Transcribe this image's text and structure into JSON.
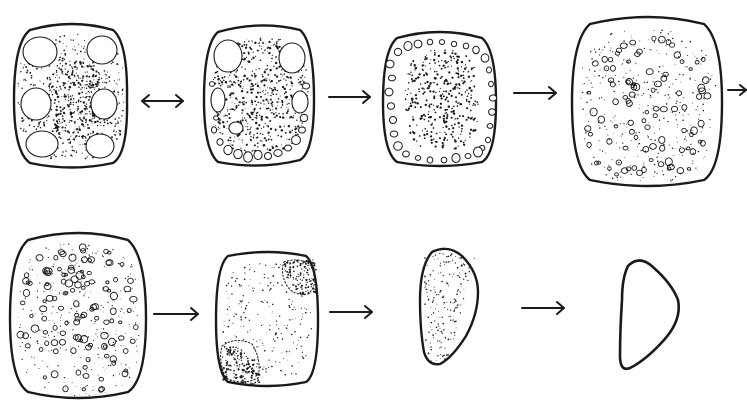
{
  "figure": {
    "kind": "cell-stage-sequence",
    "ink": "#1a1a1a",
    "paper": "#ffffff",
    "rows": [
      {
        "stages": [
          "stage-1",
          "stage-2",
          "stage-3",
          "stage-4"
        ],
        "arrows": [
          "double",
          "right",
          "right",
          "right-partial"
        ]
      },
      {
        "stages": [
          "stage-5",
          "stage-6",
          "stage-7",
          "stage-8"
        ],
        "arrows": [
          "right",
          "right",
          "right"
        ]
      }
    ]
  }
}
